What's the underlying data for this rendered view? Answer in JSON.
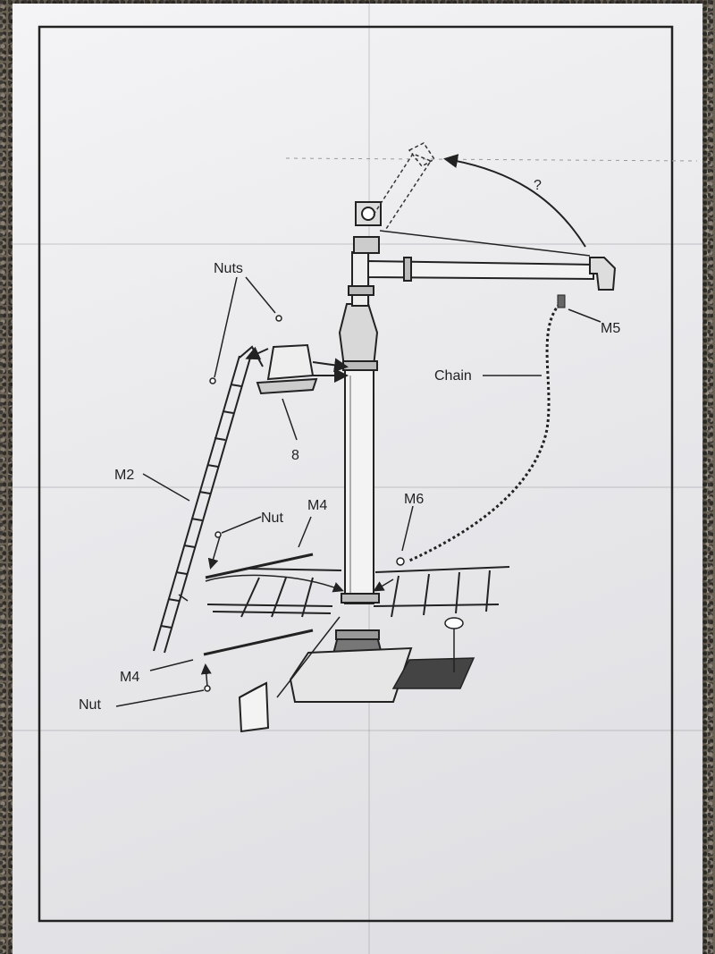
{
  "labels": {
    "nuts": "Nuts",
    "part8": "8",
    "m2": "M2",
    "nut_upper": "Nut",
    "m4_upper": "M4",
    "m6": "M6",
    "m4_lower": "M4",
    "nut_lower": "Nut",
    "chain": "Chain",
    "m5": "M5",
    "question": "?"
  },
  "icons": {
    "background": "granite-surface",
    "sheet": "folded-paper-sheet"
  },
  "colors": {
    "ink": "#222222",
    "paper": "#ededf0"
  }
}
